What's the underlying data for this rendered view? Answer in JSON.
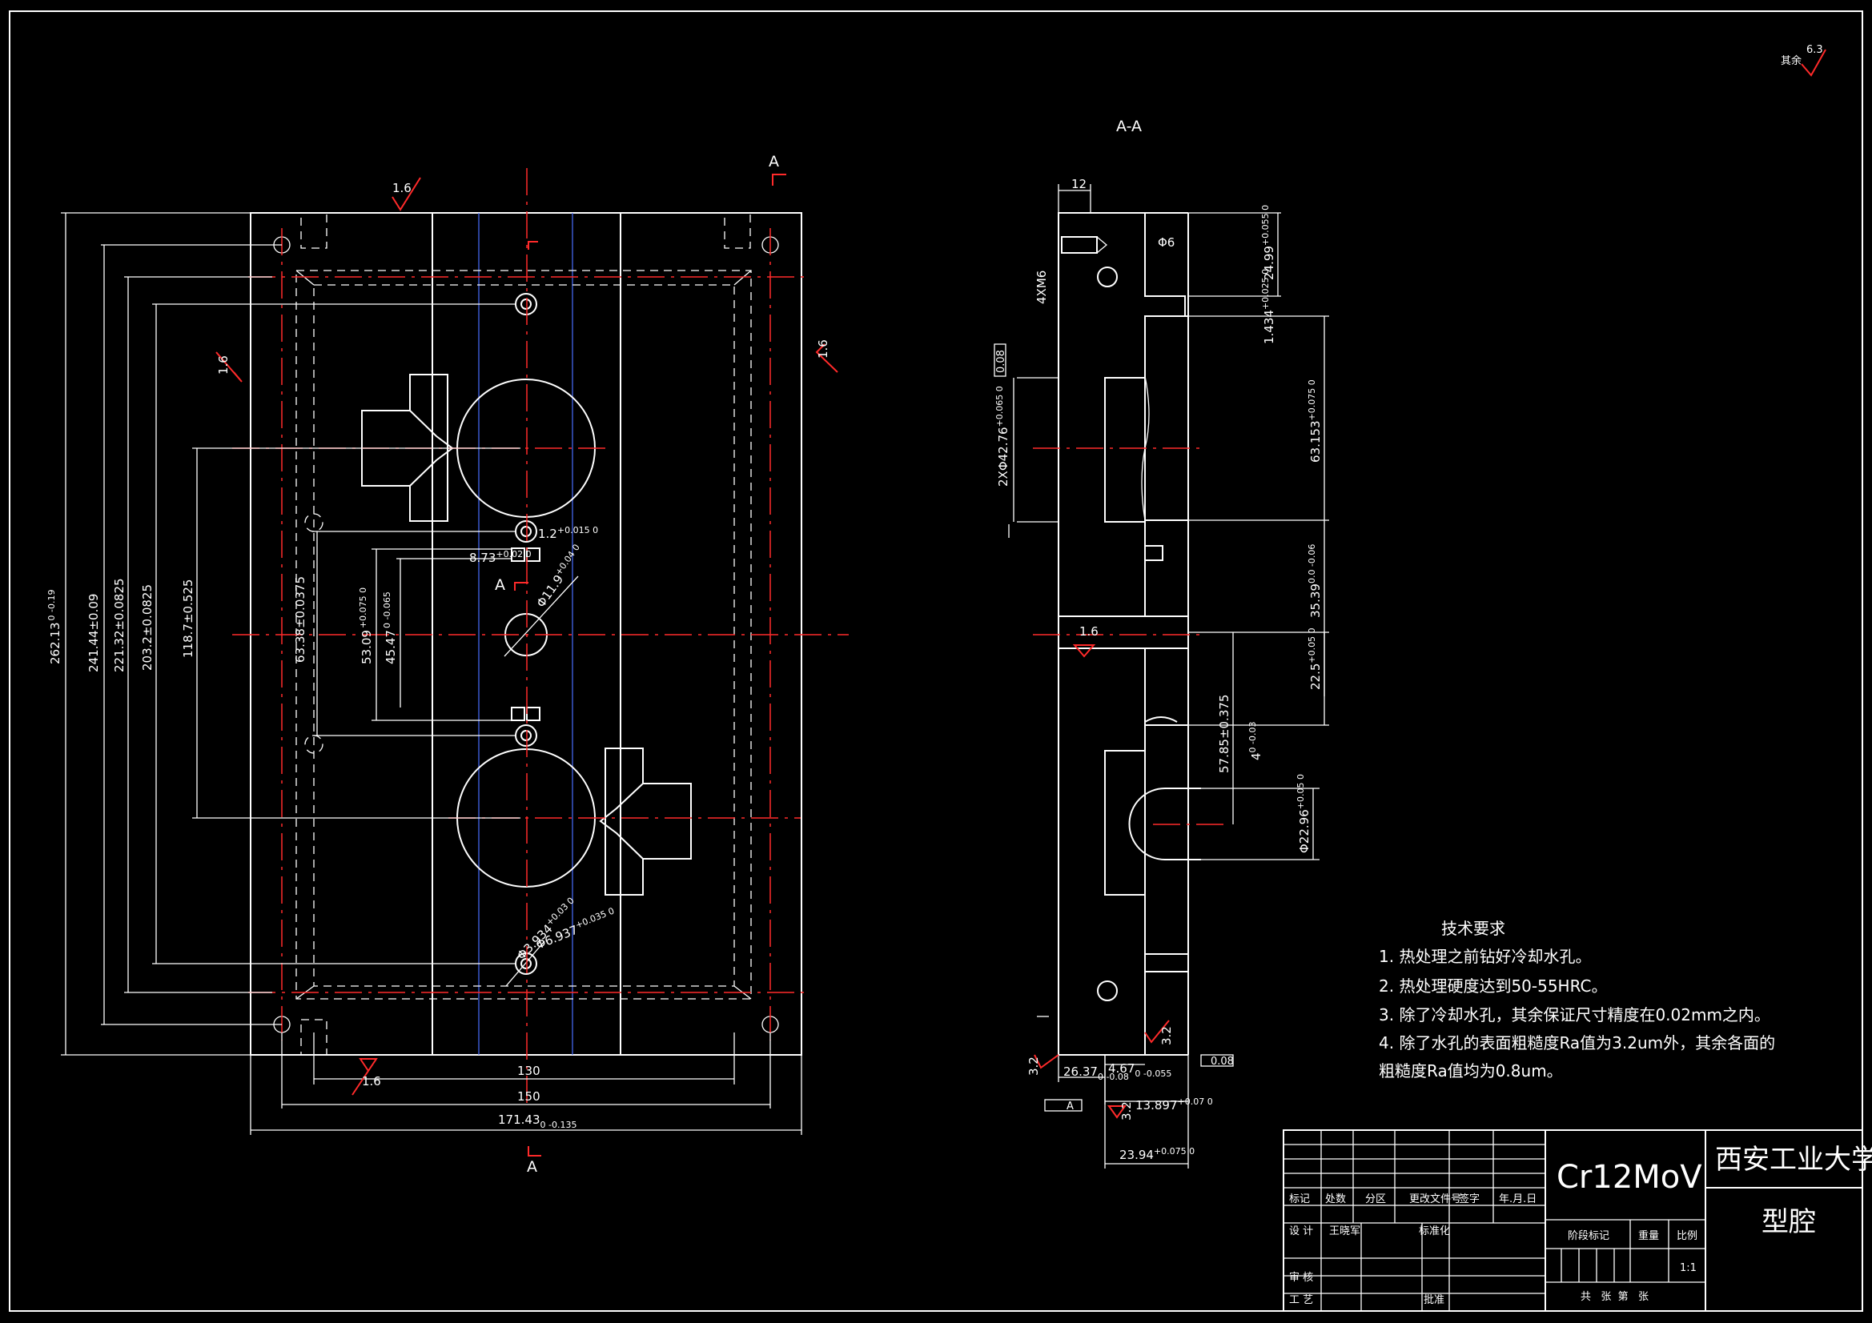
{
  "drawing": {
    "section_label": "A-A",
    "cut_marker": "A",
    "roughness_general": {
      "symbol": "6.3",
      "prefix": "其余"
    },
    "roughness_local": "1.6",
    "roughness_side": "3.2",
    "front_view_dims": {
      "overall_height": "262.13",
      "overall_height_tol": "0 -0.19",
      "h2": "241.44±0.09",
      "h3": "221.32±0.0825",
      "h4": "203.2±0.0825",
      "h5": "118.7±0.525",
      "h6": "63.38±0.0375",
      "h7": "53.09",
      "h7_tol": "+0.075 0",
      "h8": "45.47",
      "h8_tol": "0 -0.065",
      "w1": "130",
      "w2": "150",
      "w3": "171.43",
      "w3_tol": "0 -0.135",
      "d_small": "8.73",
      "d_small_tol": "+0.02 0",
      "d_r": "1.2",
      "d_r_tol": "+0.015 0",
      "d_center": "Φ11.9",
      "d_center_tol": "+0.04 0",
      "d_hole1": "Φ3.934",
      "d_hole1_tol": "+0.03 0",
      "d_hole2": "Φ6.937",
      "d_hole2_tol": "+0.035 0"
    },
    "section_view_dims": {
      "top_w": "12",
      "thread": "4XM6",
      "d6": "Φ6",
      "d_big": "2XΦ42.76",
      "d_big_tol": "+0.065 0",
      "v1": "24.99",
      "v1_tol": "+0.055 0",
      "v2": "1.434",
      "v2_tol": "+0.025 0",
      "v3": "63.153",
      "v3_tol": "+0.075 0",
      "v4": "35.39",
      "v4_tol": "0.0 -0.06",
      "v5": "22.5",
      "v5_tol": "+0.05 0",
      "v6": "57.85±0.375",
      "v7": "4",
      "v7_tol": "0 -0.03",
      "v8": "Φ22.96",
      "v8_tol": "+0.05 0",
      "b1": "26.37",
      "b1_tol": "0 -0.08",
      "b2": "4.67",
      "b2_tol": "0 -0.055",
      "b3": "13.897",
      "b3_tol": "+0.07 0",
      "b4": "23.94",
      "b4_tol": "+0.075 0",
      "flat": "0.08",
      "flat2": "0.08",
      "datum": "A"
    },
    "tech_requirements": {
      "title": "技术要求",
      "items": [
        "1. 热处理之前钻好冷却水孔。",
        "2. 热处理硬度达到50-55HRC。",
        "3. 除了冷却水孔，其余保证尺寸精度在0.02mm之内。",
        "4. 除了水孔的表面粗糙度Ra值为3.2um外，其余各面的",
        "粗糙度Ra值均为0.8um。"
      ]
    }
  },
  "title_block": {
    "material": "Cr12MoV",
    "school": "西安工业大学",
    "part_name": "型腔",
    "headers": [
      "标记",
      "处数",
      "分区",
      "更改文件号",
      "签字",
      "年.月.日"
    ],
    "design_label": "设 计",
    "designer": "王晓军",
    "standard_label": "标准化",
    "stage_label": "阶段标记",
    "weight_label": "重量",
    "scale_label": "比例",
    "scale_value": "1:1",
    "review_label": "审 核",
    "process_label": "工 艺",
    "approve_label": "批准",
    "sheet_label": "共   张  第   张"
  }
}
